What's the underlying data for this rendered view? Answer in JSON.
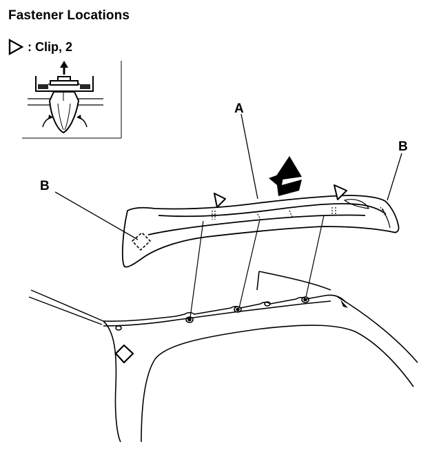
{
  "title": "Fastener Locations",
  "legend": {
    "symbol": "triangle-outline-icon",
    "text": ": Clip, 2"
  },
  "callouts": {
    "a": "A",
    "b_left": "B",
    "b_right": "B"
  }
}
